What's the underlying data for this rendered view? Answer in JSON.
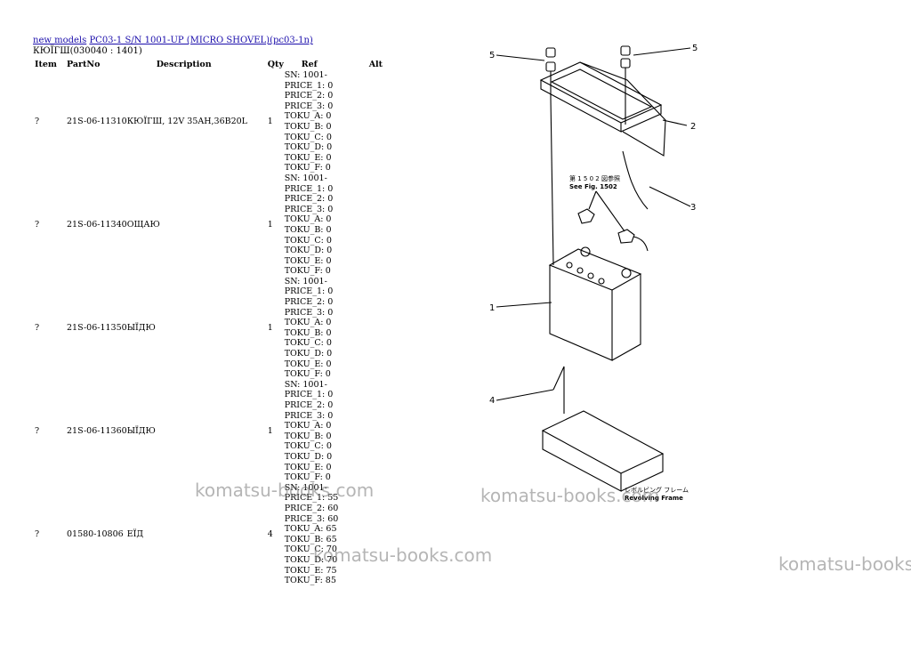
{
  "breadcrumb": {
    "link1": "new models",
    "link2": "PC03-1 S/N 1001-UP (MICRO SHOVEL)(pc03-1n)"
  },
  "subtitle": "КЮЇГШ(030040 : 1401)",
  "table": {
    "headers": {
      "item": "Item",
      "partno": "PartNo",
      "description": "Description",
      "qty": "Qty",
      "ref": "Ref",
      "alt": "Alt"
    },
    "rows": [
      {
        "item": "?",
        "partno": "21S-06-11310",
        "description": "КЮЇГШ, 12V 35AH,36B20L",
        "qty": "1",
        "ref": [
          "SN: 1001-",
          "PRICE_1: 0",
          "PRICE_2: 0",
          "PRICE_3: 0",
          "TOKU_A: 0",
          "TOKU_B: 0",
          "TOKU_C: 0",
          "TOKU_D: 0",
          "TOKU_E: 0",
          "TOKU_F: 0"
        ]
      },
      {
        "item": "?",
        "partno": "21S-06-11340",
        "description": "ОЩАЮ",
        "qty": "1",
        "ref": [
          "SN: 1001-",
          "PRICE_1: 0",
          "PRICE_2: 0",
          "PRICE_3: 0",
          "TOKU_A: 0",
          "TOKU_B: 0",
          "TOKU_C: 0",
          "TOKU_D: 0",
          "TOKU_E: 0",
          "TOKU_F: 0"
        ]
      },
      {
        "item": "?",
        "partno": "21S-06-11350",
        "description": "ЫЇДЮ",
        "qty": "1",
        "ref": [
          "SN: 1001-",
          "PRICE_1: 0",
          "PRICE_2: 0",
          "PRICE_3: 0",
          "TOKU_A: 0",
          "TOKU_B: 0",
          "TOKU_C: 0",
          "TOKU_D: 0",
          "TOKU_E: 0",
          "TOKU_F: 0"
        ]
      },
      {
        "item": "?",
        "partno": "21S-06-11360",
        "description": "ЫЇДЮ",
        "qty": "1",
        "ref": [
          "SN: 1001-",
          "PRICE_1: 0",
          "PRICE_2: 0",
          "PRICE_3: 0",
          "TOKU_A: 0",
          "TOKU_B: 0",
          "TOKU_C: 0",
          "TOKU_D: 0",
          "TOKU_E: 0",
          "TOKU_F: 0"
        ]
      },
      {
        "item": "?",
        "partno": "01580-10806",
        "description": "ЕЇД",
        "qty": "4",
        "ref": [
          "SN: 1001-",
          "PRICE_1: 55",
          "PRICE_2: 60",
          "PRICE_3: 60",
          "TOKU_A: 65",
          "TOKU_B: 65",
          "TOKU_C: 70",
          "TOKU_D: 70",
          "TOKU_E: 75",
          "TOKU_F: 85"
        ]
      }
    ]
  },
  "diagram": {
    "callouts": [
      "5",
      "5",
      "2",
      "3",
      "1",
      "4"
    ],
    "note_line1": "第 1 5 0 2 図参照",
    "note_line2": "See Fig. 1502",
    "frame_label_jp": "レボルビング フレーム",
    "frame_label": "Revolving Frame"
  },
  "watermark": "komatsu-books.com"
}
